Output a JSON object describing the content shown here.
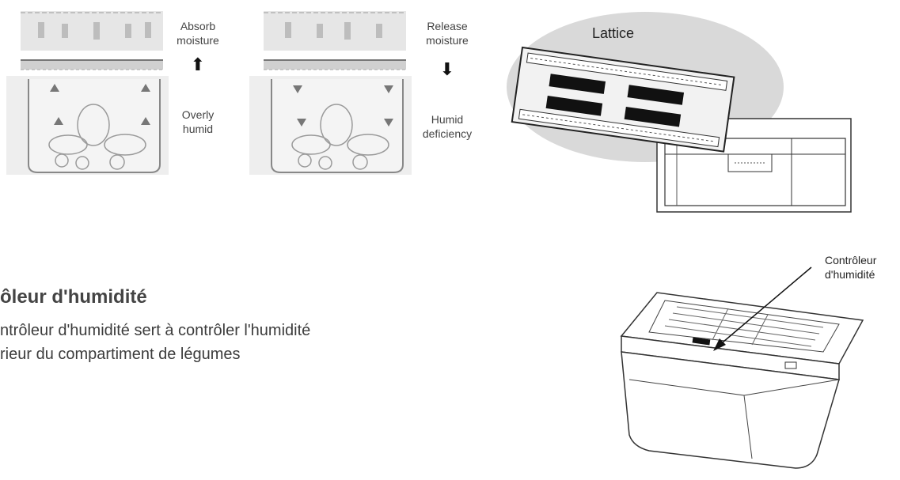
{
  "diagram_top": {
    "absorb": {
      "action": "Absorb\nmoisture",
      "arrow": "⬆",
      "condition": "Overly\nhumid"
    },
    "release": {
      "action": "Release\nmoisture",
      "arrow": "⬇",
      "condition": "Humid\ndeficiency"
    },
    "lattice_label": "Lattice"
  },
  "section": {
    "title": "ôleur d'humidité",
    "text_line1": "ntrôleur d'humidité sert à contrôler l'humidité",
    "text_line2": "rieur du compartiment de légumes"
  },
  "crisper_figure": {
    "callout": "Contrôleur\nd'humidité"
  }
}
